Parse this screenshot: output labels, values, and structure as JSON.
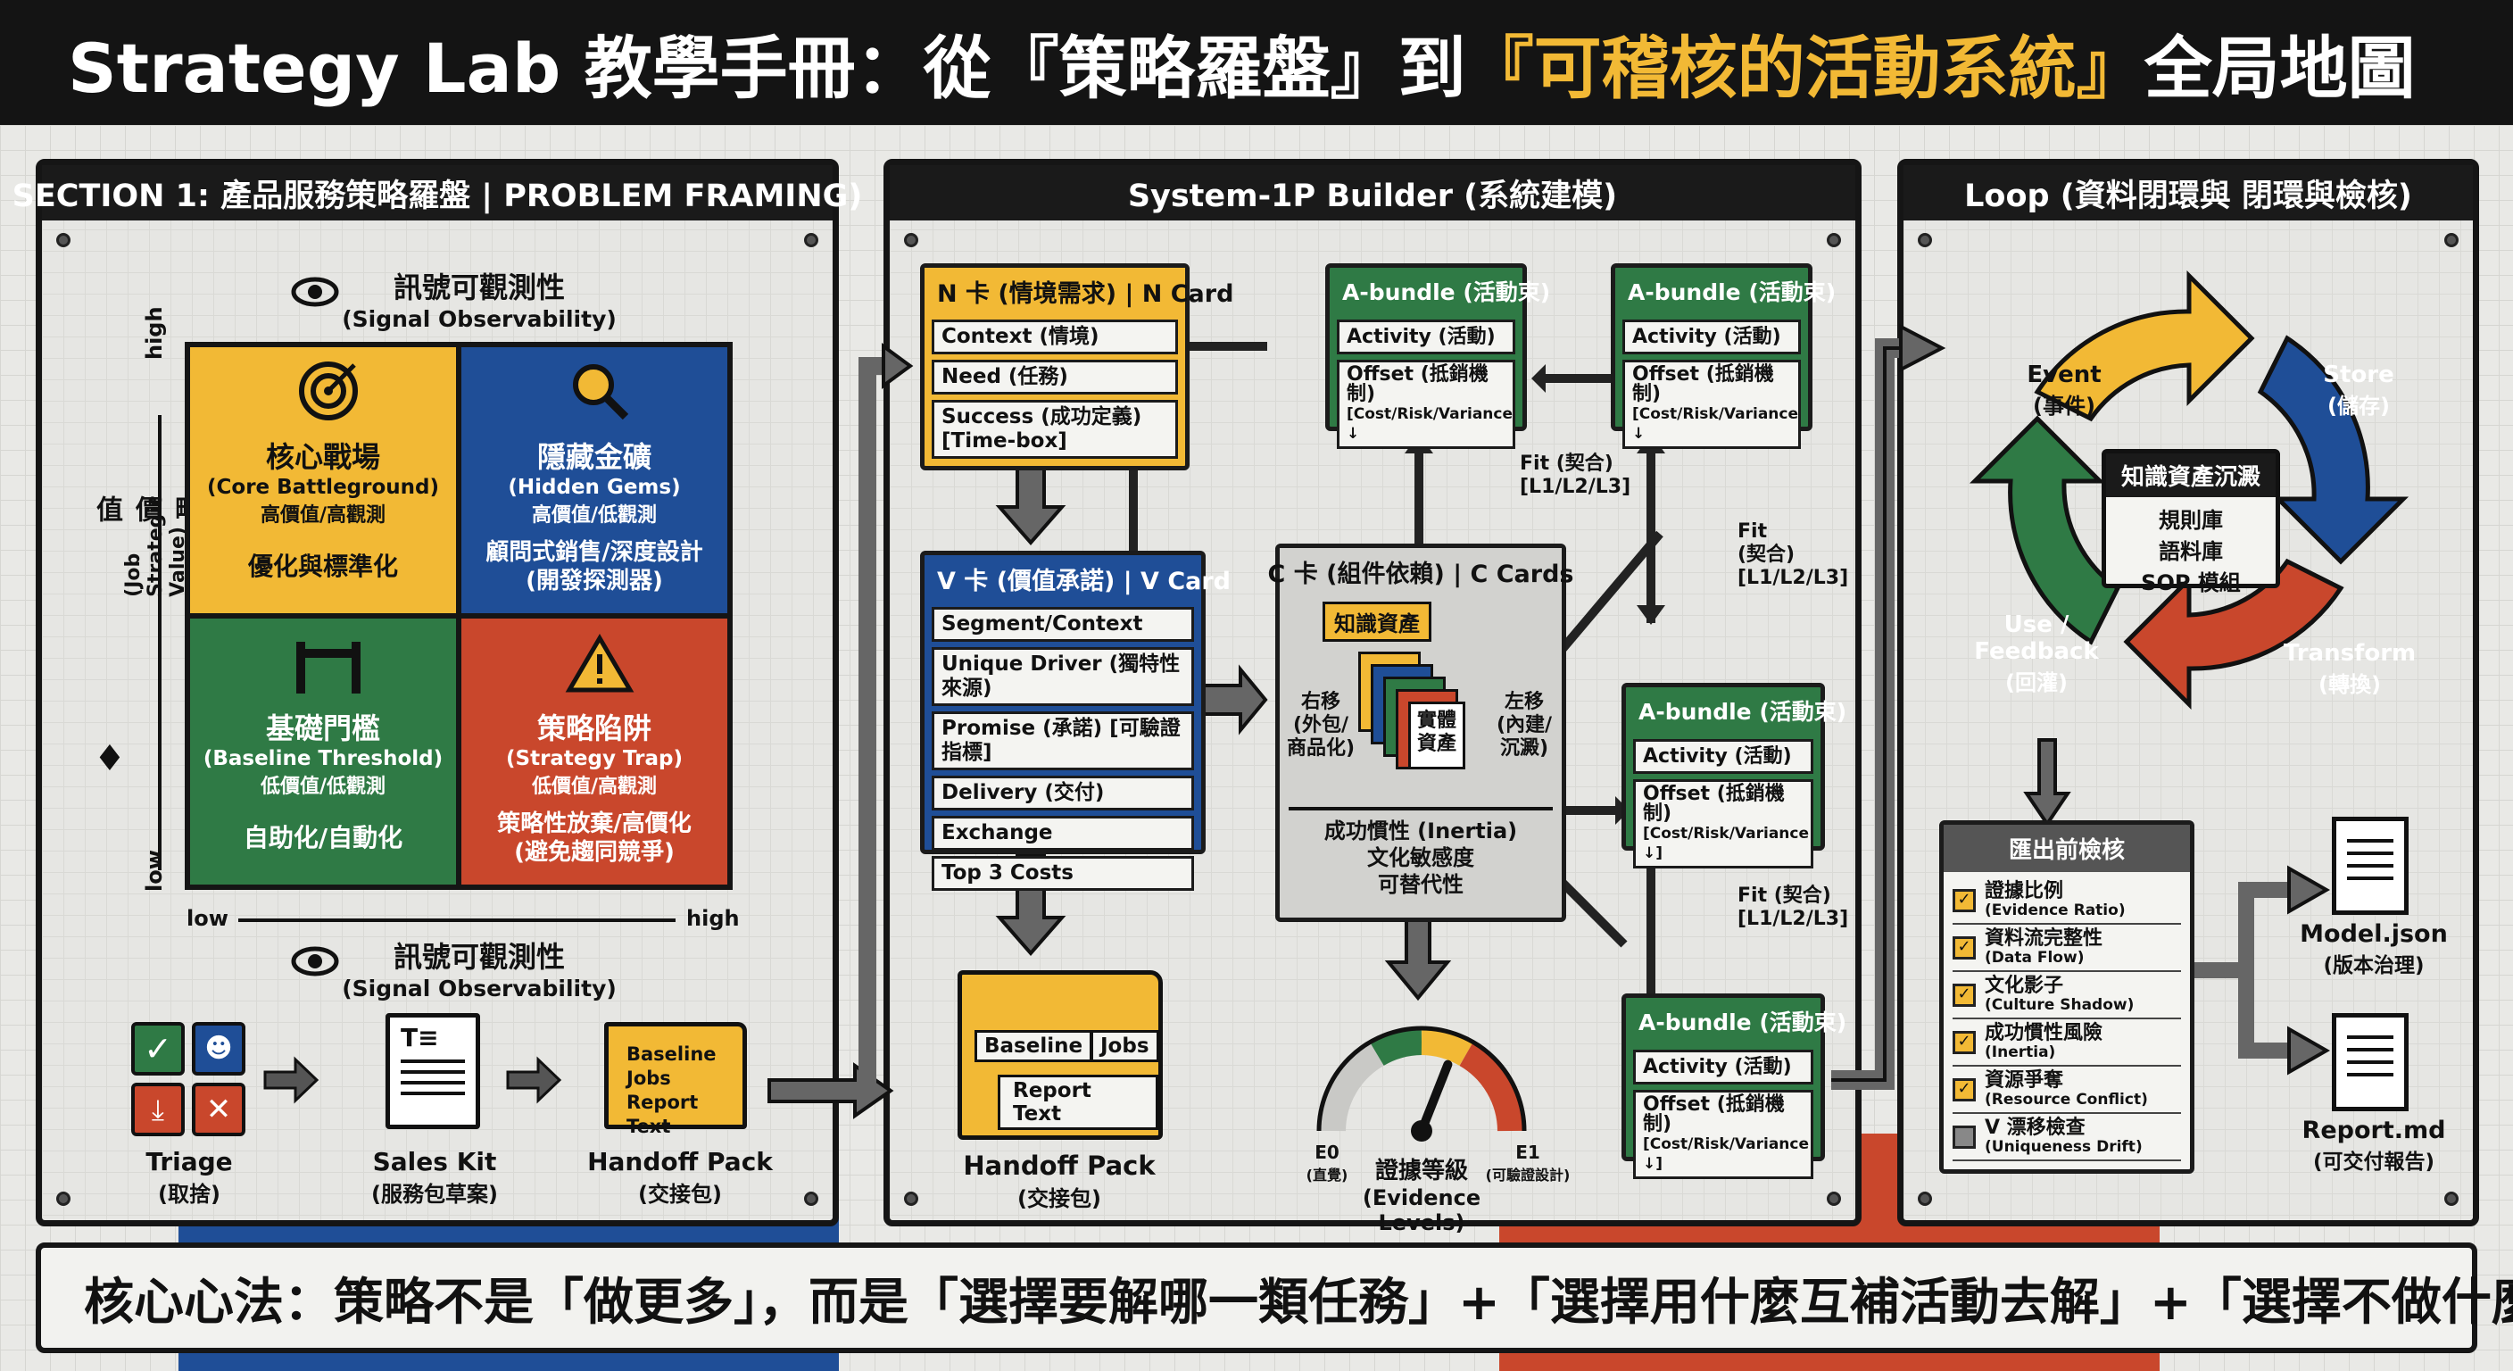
{
  "title": {
    "part1": "Strategy Lab 教學手冊：從『策略羅盤』到",
    "part2": "『可稽核的活動系統』",
    "part3": "全局地圖"
  },
  "section1": {
    "header": "SECTION 1: 產品服務策略羅盤 | PROBLEM FRAMING)",
    "top_axis": {
      "zh": "訊號可觀測性",
      "en": "(Signal Observability)"
    },
    "bottom_axis": {
      "zh": "訊號可觀測性",
      "en": "(Signal Observability)"
    },
    "y_axis": {
      "zh": "情境任務策略價值",
      "en": "(Job Strategic Value)",
      "high": "high",
      "low": "low"
    },
    "x_axis": {
      "low": "low",
      "high": "high"
    },
    "quadrants": [
      {
        "title": "核心戰場",
        "en": "(Core Battleground)",
        "sub": "高價值/高觀測",
        "action": "優化與標準化",
        "icon": "target-icon",
        "color": "#f2b935"
      },
      {
        "title": "隱藏金礦",
        "en": "(Hidden Gems)",
        "sub": "高價值/低觀測",
        "action": "顧問式銷售/深度設計\n(開發探測器)",
        "icon": "magnifier-icon",
        "color": "#1f4e97"
      },
      {
        "title": "基礎門檻",
        "en": "(Baseline Threshold)",
        "sub": "低價值/低觀測",
        "action": "自助化/自動化",
        "icon": "barrier-icon",
        "color": "#2f7a45"
      },
      {
        "title": "策略陷阱",
        "en": "(Strategy Trap)",
        "sub": "低價值/高觀測",
        "action": "策略性放棄/高價化\n(避免趨同競爭)",
        "icon": "warning-icon",
        "color": "#c9472c"
      }
    ],
    "flow": [
      {
        "label": "Triage",
        "sub": "(取捨)"
      },
      {
        "label": "Sales Kit",
        "sub": "(服務包草案)"
      },
      {
        "label": "Handoff Pack",
        "sub": "(交接包)",
        "lines": [
          "Baseline",
          "Jobs",
          "Report Text"
        ]
      }
    ]
  },
  "builder": {
    "header": "System-1P Builder (系統建模)",
    "n_card": {
      "title": "N 卡 (情境需求) | N Card",
      "rows": [
        "Context (情境)",
        "Need (任務)",
        "Success (成功定義)\n[Time-box]"
      ]
    },
    "v_card": {
      "title": "V 卡 (價值承諾) | V Card",
      "rows": [
        "Segment/Context",
        "Unique Driver (獨特性來源)",
        "Promise (承諾) [可驗證指標]",
        "Delivery (交付)",
        "Exchange",
        "Top 3 Costs"
      ]
    },
    "c_card": {
      "title": "C 卡 (組件依賴) | C Cards",
      "asset": "知識資產",
      "physical": "實體\n資產",
      "left": "右移\n(外包/\n商品化)",
      "right": "左移\n(內建/\n沉澱)",
      "inertia": "成功慣性 (Inertia)\n文化敏感度\n可替代性"
    },
    "bundles": [
      {
        "title": "A-bundle (活動束)",
        "activity": "Activity (活動)",
        "offset": "Offset (抵銷機制)",
        "cost": "[Cost/Risk/Variance ↓"
      },
      {
        "title": "A-bundle (活動束)",
        "activity": "Activity (活動)",
        "offset": "Offset (抵銷機制)",
        "cost": "[Cost/Risk/Variance ↓"
      },
      {
        "title": "A-bundle (活動束)",
        "activity": "Activity (活動)",
        "offset": "Offset (抵銷機制)",
        "cost": "[Cost/Risk/Variance ↓]"
      },
      {
        "title": "A-bundle (活動束)",
        "activity": "Activity (活動)",
        "offset": "Offset (抵銷機制)",
        "cost": "[Cost/Risk/Variance ↓]"
      }
    ],
    "fit_labels": [
      "Fit (契合)\n[L1/L2/L3]",
      "Fit\n(契合)\n[L1/L2/L3]",
      "Fit (契合)\n[L1/L2/L3]"
    ],
    "handoff": {
      "tags": [
        "Baseline",
        "Jobs",
        "Report Text"
      ],
      "label": "Handoff Pack",
      "sub": "(交接包)"
    },
    "gauge": {
      "e0": "E0",
      "e0_sub": "(直覺)",
      "e1": "E1",
      "e1_sub": "(可驗證設計)",
      "label": "證據等級",
      "label_en": "(Evidence Levels)",
      "value": 0.62
    }
  },
  "loop": {
    "header": "Loop (資料閉環與 閉環與檢核)",
    "cycle": [
      {
        "label": "Event",
        "sub": "(事件)",
        "color": "#f2b935"
      },
      {
        "label": "Store",
        "sub": "(儲存)",
        "color": "#1f4e97"
      },
      {
        "label": "Transform",
        "sub": "(轉換)",
        "color": "#c9472c"
      },
      {
        "label": "Use /\nFeedback",
        "sub": "(回灌)",
        "color": "#2f7a45"
      }
    ],
    "center": {
      "title": "知識資產沉澱",
      "lines": [
        "規則庫",
        "語料庫",
        "SOP 模組"
      ]
    },
    "checklist": {
      "title": "匯出前檢核",
      "items": [
        {
          "zh": "證據比例",
          "en": "(Evidence Ratio)",
          "checked": true
        },
        {
          "zh": "資料流完整性",
          "en": "(Data Flow)",
          "checked": true
        },
        {
          "zh": "文化影子",
          "en": "(Culture Shadow)",
          "checked": true
        },
        {
          "zh": "成功慣性風險",
          "en": "(Inertia)",
          "checked": true
        },
        {
          "zh": "資源爭奪",
          "en": "(Resource Conflict)",
          "checked": true
        },
        {
          "zh": "V 漂移檢查",
          "en": "(Uniqueness Drift)",
          "checked": false
        }
      ]
    },
    "outputs": [
      {
        "label": "Model.json",
        "sub": "(版本治理)"
      },
      {
        "label": "Report.md",
        "sub": "(可交付報告)"
      }
    ]
  },
  "footer": "核心心法：策略不是「做更多」，而是「選擇要解哪一類任務」+「選擇用什麼互補活動去解」+「選擇不做什麼」。",
  "colors": {
    "yellow": "#f2b935",
    "blue": "#1f4e97",
    "green": "#2f7a45",
    "red": "#c9472c",
    "dark": "#151515"
  }
}
